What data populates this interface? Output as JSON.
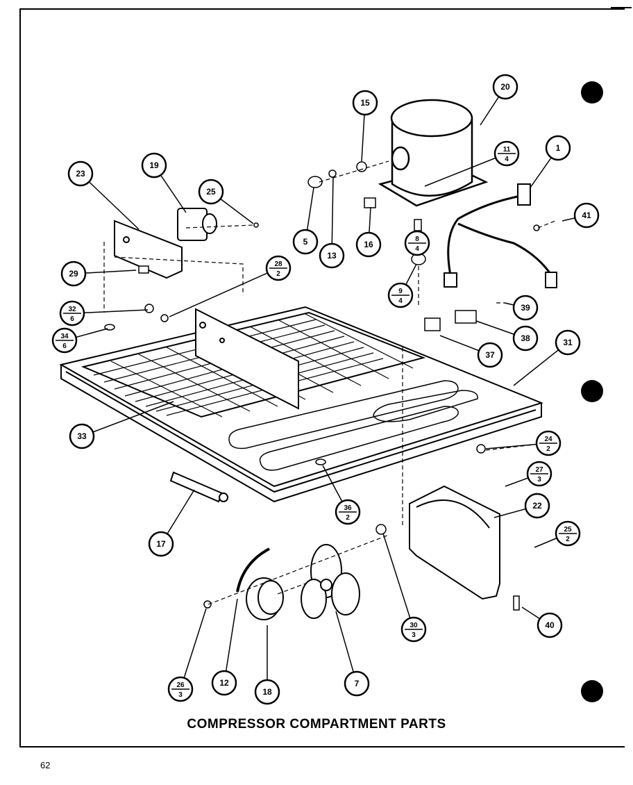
{
  "caption": "COMPRESSOR COMPARTMENT PARTS",
  "page_number": "62",
  "callouts": [
    {
      "id": "c20",
      "num": "20",
      "qty": ""
    },
    {
      "id": "c15",
      "num": "15",
      "qty": ""
    },
    {
      "id": "c1",
      "num": "1",
      "qty": ""
    },
    {
      "id": "c11",
      "num": "11",
      "qty": "4"
    },
    {
      "id": "c23",
      "num": "23",
      "qty": ""
    },
    {
      "id": "c19",
      "num": "19",
      "qty": ""
    },
    {
      "id": "c25a",
      "num": "25",
      "qty": ""
    },
    {
      "id": "c41",
      "num": "41",
      "qty": ""
    },
    {
      "id": "c5",
      "num": "5",
      "qty": ""
    },
    {
      "id": "c13",
      "num": "13",
      "qty": ""
    },
    {
      "id": "c16",
      "num": "16",
      "qty": ""
    },
    {
      "id": "c8",
      "num": "8",
      "qty": "4"
    },
    {
      "id": "c29",
      "num": "29",
      "qty": ""
    },
    {
      "id": "c28",
      "num": "28",
      "qty": "2"
    },
    {
      "id": "c9",
      "num": "9",
      "qty": "4"
    },
    {
      "id": "c39",
      "num": "39",
      "qty": ""
    },
    {
      "id": "c32",
      "num": "32",
      "qty": "6"
    },
    {
      "id": "c34",
      "num": "34",
      "qty": "6"
    },
    {
      "id": "c38",
      "num": "38",
      "qty": ""
    },
    {
      "id": "c31",
      "num": "31",
      "qty": ""
    },
    {
      "id": "c37",
      "num": "37",
      "qty": ""
    },
    {
      "id": "c33",
      "num": "33",
      "qty": ""
    },
    {
      "id": "c24",
      "num": "24",
      "qty": "2"
    },
    {
      "id": "c27",
      "num": "27",
      "qty": "3"
    },
    {
      "id": "c36",
      "num": "36",
      "qty": "2"
    },
    {
      "id": "c22",
      "num": "22",
      "qty": ""
    },
    {
      "id": "c17",
      "num": "17",
      "qty": ""
    },
    {
      "id": "c25b",
      "num": "25",
      "qty": "2"
    },
    {
      "id": "c30",
      "num": "30",
      "qty": "3"
    },
    {
      "id": "c40",
      "num": "40",
      "qty": ""
    },
    {
      "id": "c26",
      "num": "26",
      "qty": "3"
    },
    {
      "id": "c12",
      "num": "12",
      "qty": ""
    },
    {
      "id": "c18",
      "num": "18",
      "qty": ""
    },
    {
      "id": "c7",
      "num": "7",
      "qty": ""
    }
  ]
}
